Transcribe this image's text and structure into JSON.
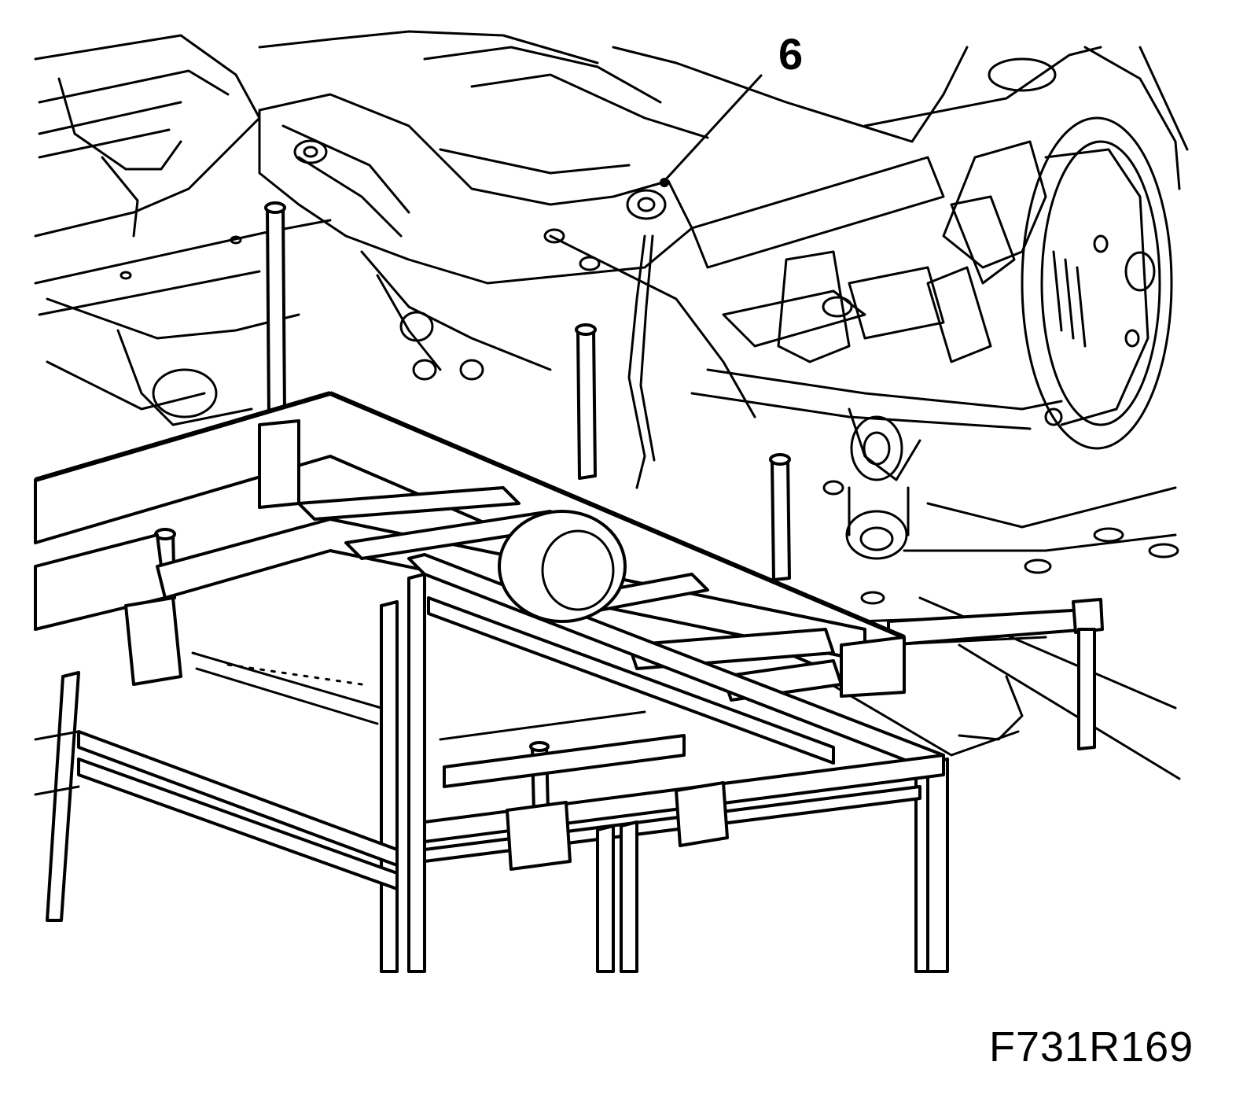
{
  "figure": {
    "callout": "6",
    "figure_code": "F731R169"
  },
  "icons": {
    "illustration": "rear-subframe-fixture-line-drawing"
  },
  "colors": {
    "ink": "#000000",
    "paper": "#ffffff"
  }
}
